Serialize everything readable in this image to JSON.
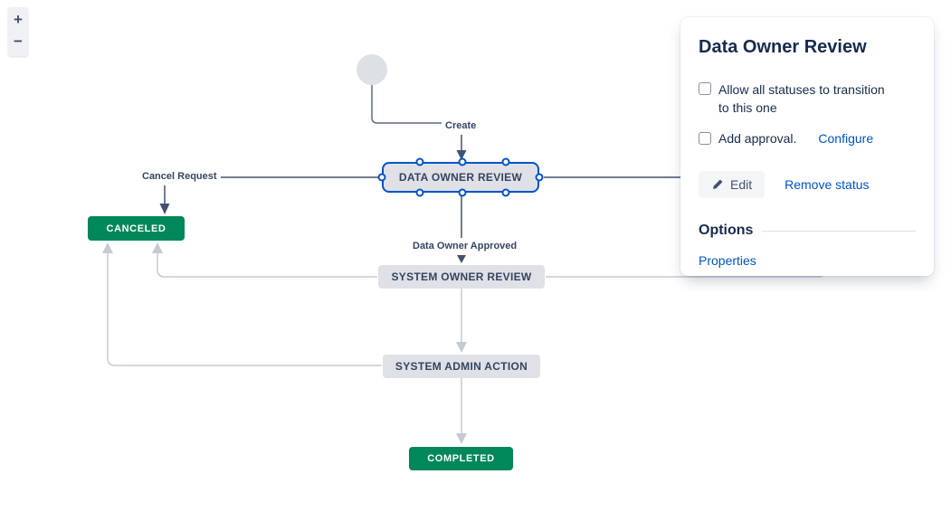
{
  "zoom_control": {
    "zoom_in": "+",
    "zoom_out": "−"
  },
  "diagram": {
    "nodes": {
      "data_owner_review": "DATA OWNER REVIEW",
      "canceled": "CANCELED",
      "system_owner_review": "SYSTEM OWNER REVIEW",
      "system_admin_action": "SYSTEM ADMIN ACTION",
      "completed": "COMPLETED"
    },
    "transitions": {
      "create": "Create",
      "cancel_request": "Cancel Request",
      "data_owner_approved": "Data Owner Approved"
    }
  },
  "panel": {
    "title": "Data Owner Review",
    "allow_all_label": "Allow all statuses to transition to this one",
    "add_approval_label": "Add approval.",
    "configure_link": "Configure",
    "edit_button": "Edit",
    "remove_status_link": "Remove status",
    "options_heading": "Options",
    "properties_link": "Properties"
  },
  "colors": {
    "status_green": "#00875a",
    "status_gray": "#dfe1e6",
    "selection_blue": "#0052cc",
    "link_blue": "#0052cc",
    "dark_line": "#42526e",
    "light_line": "#c5cad3"
  }
}
